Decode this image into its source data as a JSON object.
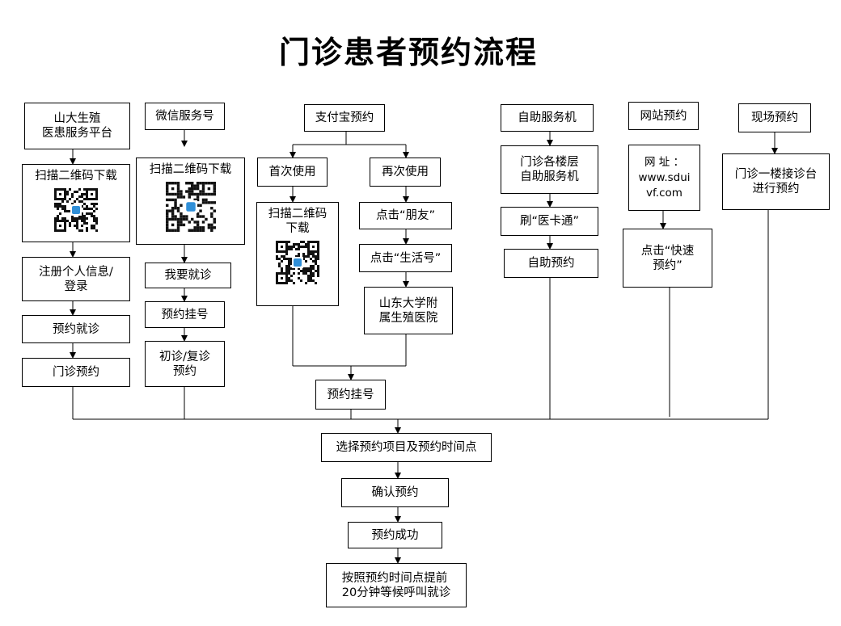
{
  "title": "门诊患者预约流程",
  "channels": {
    "shanda": {
      "header": "山大生殖\n医患服务平台",
      "scan": "扫描二维码下载",
      "register": "注册个人信息/\n登录",
      "book": "预约就诊",
      "clinic": "门诊预约"
    },
    "wechat": {
      "header": "微信服务号",
      "scan": "扫描二维码下载",
      "want": "我要就诊",
      "register_no": "预约挂号",
      "visit": "初诊/复诊\n预约"
    },
    "alipay": {
      "header": "支付宝预约",
      "first": "首次使用",
      "again": "再次使用",
      "scan": "扫描二维码\n下载",
      "friend": "点击“朋友”",
      "life": "点击“生活号”",
      "hospital": "山东大学附\n属生殖医院",
      "register_no": "预约挂号"
    },
    "kiosk": {
      "header": "自助服务机",
      "floors": "门诊各楼层\n自助服务机",
      "card": "刷“医卡通”",
      "self": "自助预约"
    },
    "website": {
      "header": "网站预约",
      "url": "网  址  ：\nwww.sdui\nvf.com",
      "click": "点击“快速\n预约”"
    },
    "onsite": {
      "header": "现场预约",
      "desk": "门诊一楼接诊台\n进行预约"
    }
  },
  "common": {
    "select": "选择预约项目及预约时间点",
    "confirm": "确认预约",
    "success": "预约成功",
    "wait": "按照预约时间点提前\n20分钟等候呼叫就诊"
  }
}
